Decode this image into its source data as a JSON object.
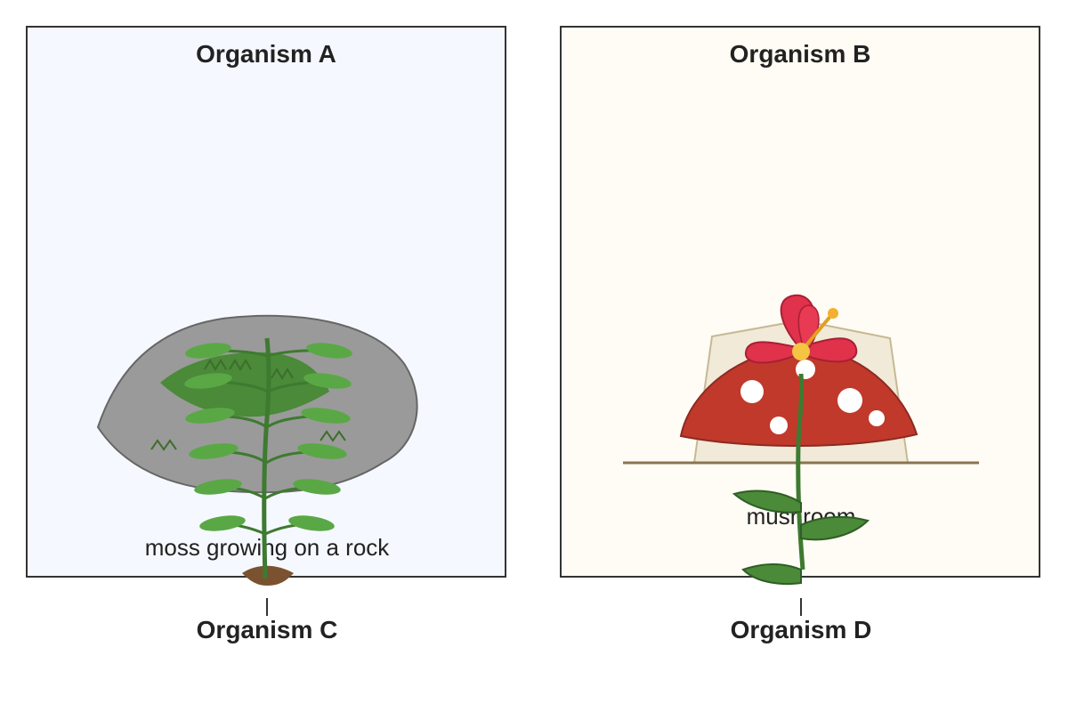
{
  "panels": {
    "a": {
      "title": "Organism A",
      "caption": "moss growing on a rock"
    },
    "b": {
      "title": "Organism B",
      "caption": "mushroom"
    }
  },
  "labels": {
    "c": "Organism C",
    "d": "Organism D"
  },
  "colors": {
    "panel_a_bg": "#f5f9ff",
    "panel_b_bg": "#fffcf5",
    "rock": "#9a9a9a",
    "moss": "#4a8a38",
    "leaf": "#5aa845",
    "stem": "#3e7a30",
    "mushroom_cap": "#c0392b",
    "flower_petal": "#e0324b",
    "flower_center": "#f4c542",
    "soil": "#7a5230"
  }
}
